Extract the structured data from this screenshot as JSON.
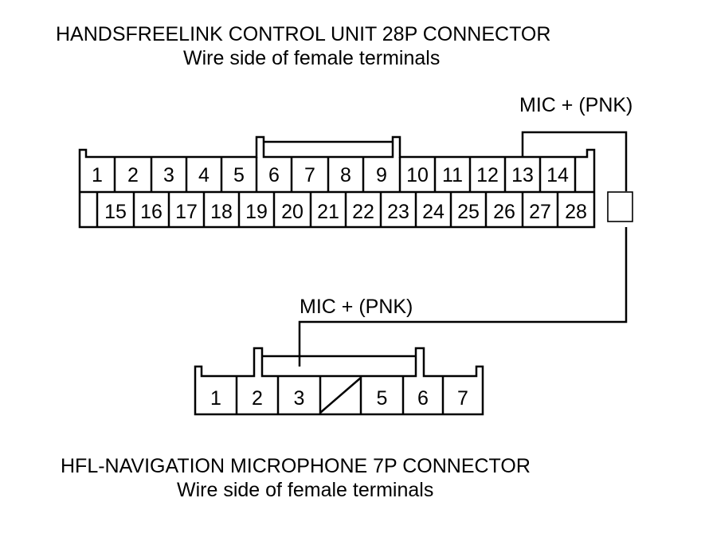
{
  "top_connector": {
    "title": "HANDSFREELINK CONTROL UNIT 28P CONNECTOR",
    "subtitle": "Wire side of female terminals",
    "row1": [
      "1",
      "2",
      "3",
      "4",
      "5",
      "6",
      "7",
      "8",
      "9",
      "10",
      "11",
      "12",
      "13",
      "14"
    ],
    "row2": [
      "15",
      "16",
      "17",
      "18",
      "19",
      "20",
      "21",
      "22",
      "23",
      "24",
      "25",
      "26",
      "27",
      "28"
    ],
    "wire_label": "MIC +  (PNK)"
  },
  "bottom_connector": {
    "title": "HFL-NAVIGATION MICROPHONE 7P CONNECTOR",
    "subtitle": "Wire side of female terminals",
    "pins": [
      "1",
      "2",
      "3",
      "",
      "5",
      "6",
      "7"
    ],
    "wire_label": "MIC +  (PNK)"
  }
}
